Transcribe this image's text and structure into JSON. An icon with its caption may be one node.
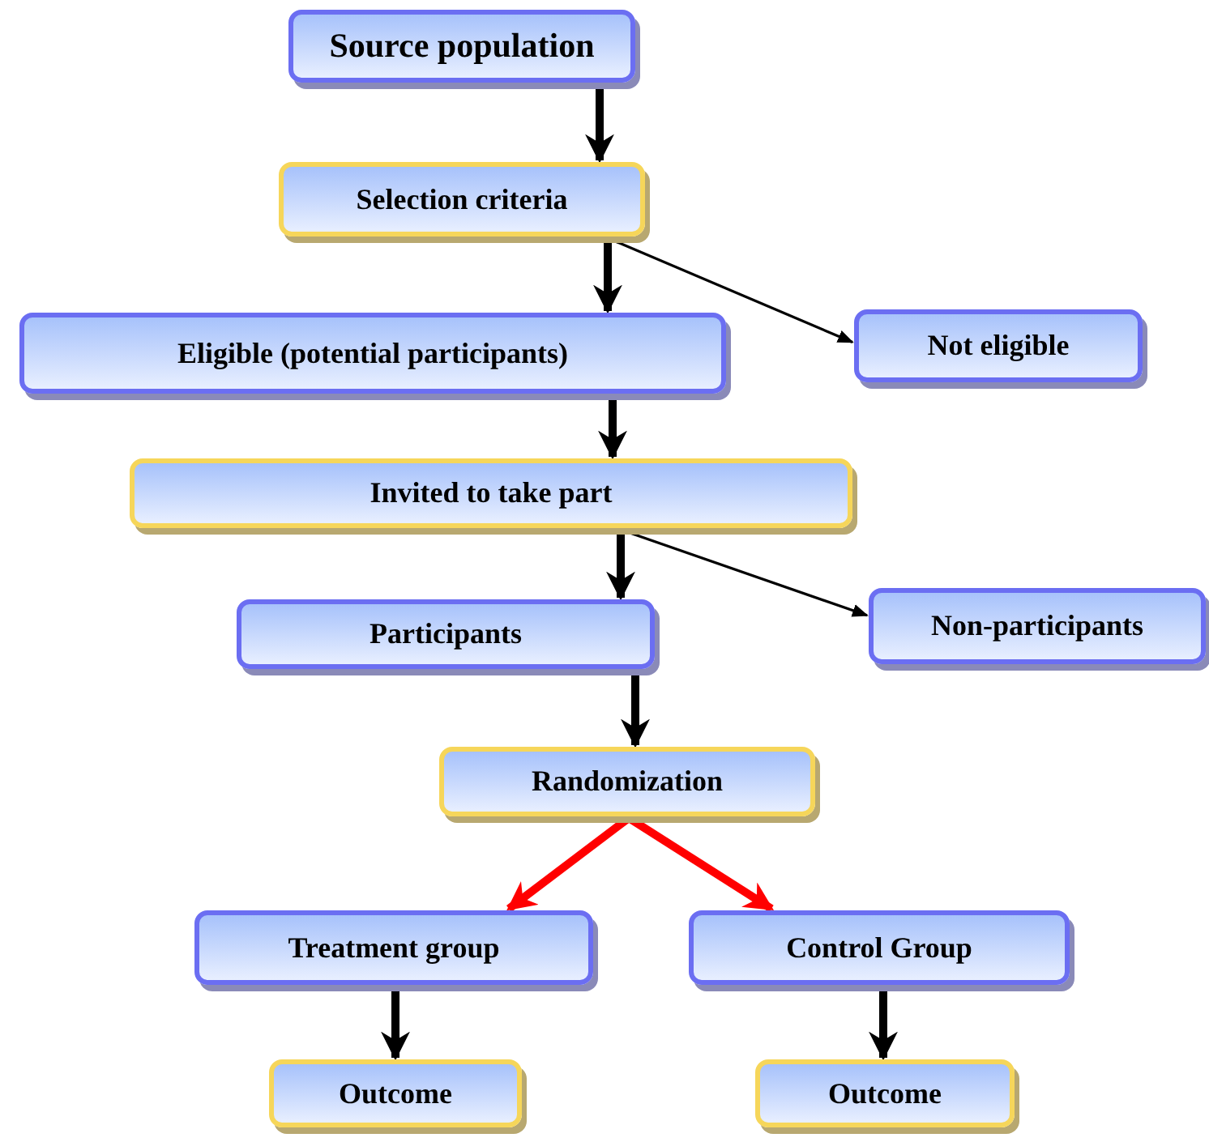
{
  "diagram": {
    "nodes": [
      {
        "text": [
          "Source population"
        ]
      },
      {
        "text": [
          "Selection criteria"
        ]
      },
      {
        "text": [
          "Eligible (potential participants)"
        ]
      },
      {
        "text": [
          "Not eligible"
        ]
      },
      {
        "text": [
          "Invited to take part"
        ]
      },
      {
        "text": [
          "Participants"
        ]
      },
      {
        "text": [
          "Non-participants"
        ]
      },
      {
        "text": [
          "Randomization"
        ]
      },
      {
        "text": [
          "Treatment group"
        ]
      },
      {
        "text": [
          "Control Group"
        ]
      },
      {
        "text": [
          "Outcome"
        ]
      },
      {
        "text": [
          "Outcome"
        ]
      }
    ],
    "edges": [
      {
        "from": 0,
        "to": 1,
        "arrow": "to"
      },
      {
        "from": 1,
        "to": 2,
        "arrow": "to"
      },
      {
        "from": 1,
        "to": 3,
        "arrow": "to"
      },
      {
        "from": 2,
        "to": 4,
        "arrow": "to"
      },
      {
        "from": 4,
        "to": 5,
        "arrow": "to"
      },
      {
        "from": 4,
        "to": 6,
        "arrow": "to"
      },
      {
        "from": 5,
        "to": 7,
        "arrow": "to"
      },
      {
        "from": 7,
        "to": 8,
        "arrow": "to",
        "color": "#ff0000"
      },
      {
        "from": 7,
        "to": 9,
        "arrow": "to",
        "color": "#ff0000"
      },
      {
        "from": 8,
        "to": 10,
        "arrow": "to"
      },
      {
        "from": 9,
        "to": 11,
        "arrow": "to"
      }
    ]
  }
}
